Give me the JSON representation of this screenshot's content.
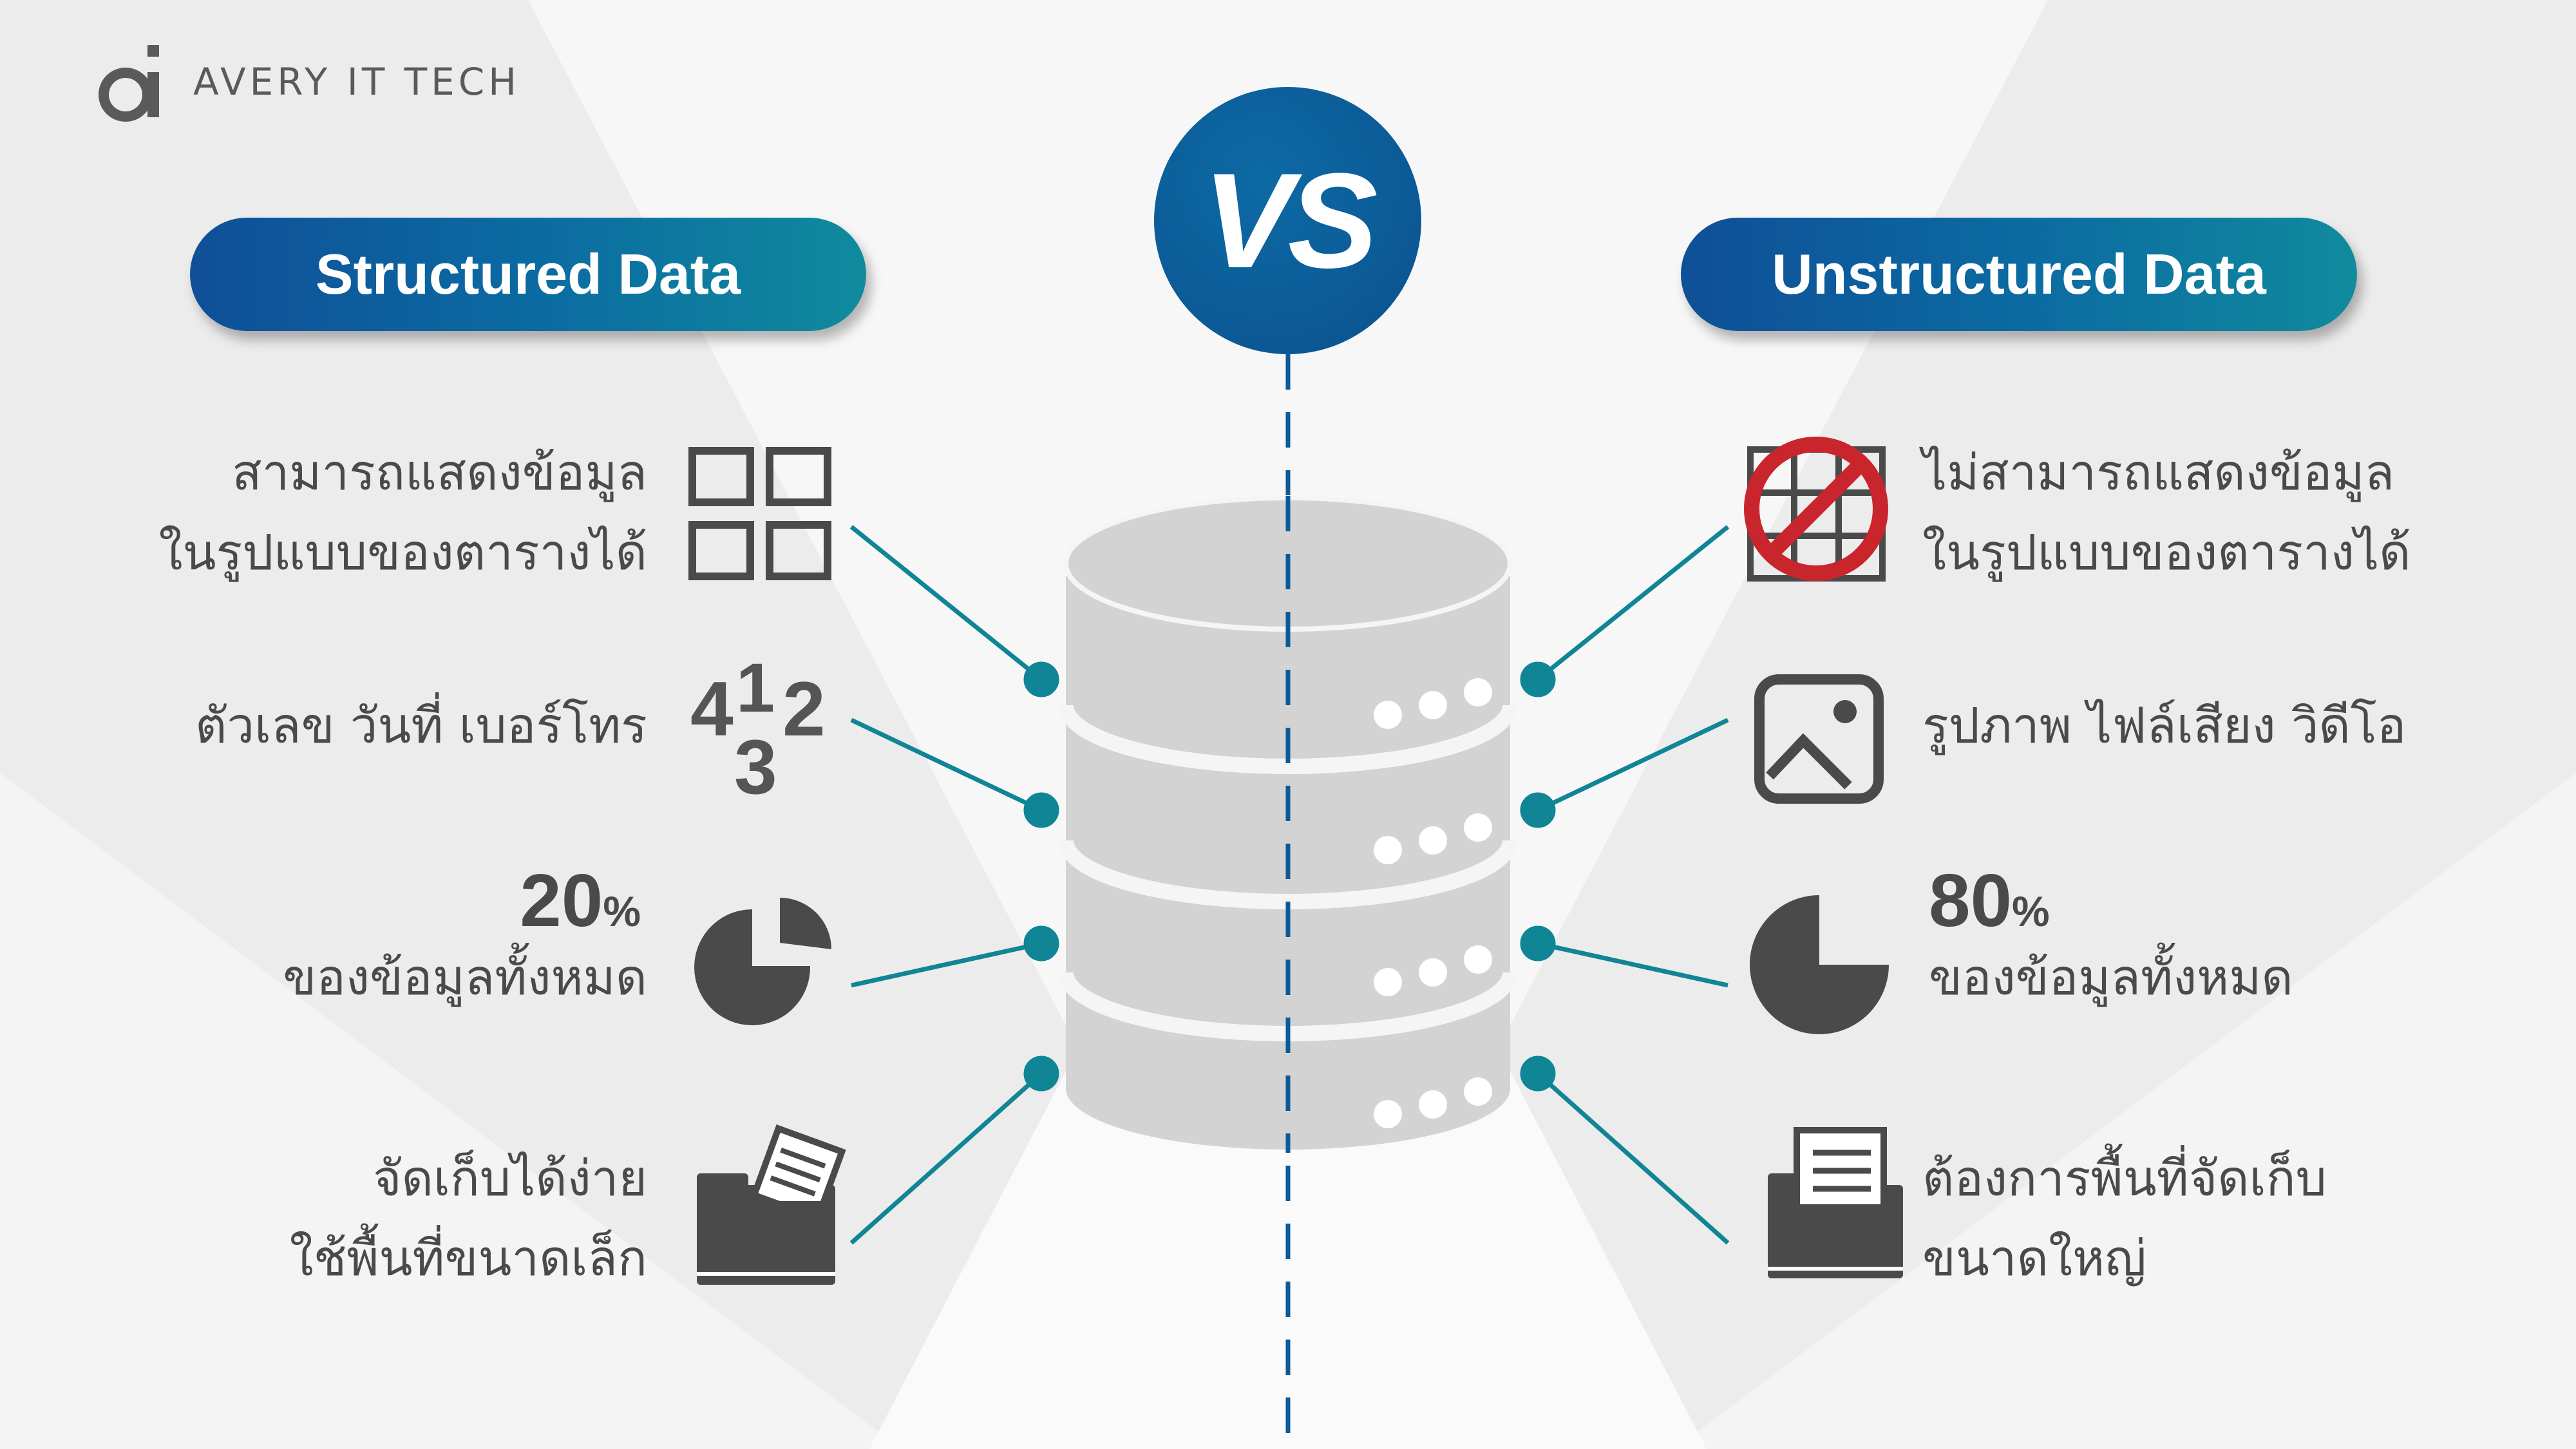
{
  "logo": {
    "name": "AVERY IT TECH"
  },
  "vs_label": "VS",
  "left": {
    "title": "Structured Data",
    "items": [
      {
        "line1": "สามารถแสดงข้อมูล",
        "line2": "ในรูปแบบของตารางได้",
        "icon": "table-grid-icon"
      },
      {
        "line1": "ตัวเลข วันที่ เบอร์โทร",
        "icon": "numbers-icon"
      },
      {
        "percent": "20",
        "percent_sign": "%",
        "line2": "ของข้อมูลทั้งหมด",
        "icon": "pie-chart-icon"
      },
      {
        "line1": "จัดเก็บได้ง่าย",
        "line2": "ใช้พื้นที่ขนาดเล็ก",
        "icon": "folder-document-icon"
      }
    ]
  },
  "right": {
    "title": "Unstructured Data",
    "items": [
      {
        "line1": "ไม่สามารถแสดงข้อมูล",
        "line2": "ในรูปแบบของตารางได้",
        "icon": "no-table-icon"
      },
      {
        "line1": "รูปภาพ ไฟล์เสียง วิดีโอ",
        "icon": "image-icon"
      },
      {
        "percent": "80",
        "percent_sign": "%",
        "line2": "ของข้อมูลทั้งหมด",
        "icon": "pie-chart-icon"
      },
      {
        "line1": "ต้องการพื้นที่จัดเก็บ",
        "line2": "ขนาดใหญ่",
        "icon": "folder-document-icon"
      }
    ]
  },
  "numbers_icon_digits": [
    "4",
    "1",
    "2",
    "3"
  ],
  "colors": {
    "brand_blue": "#0c5b98",
    "teal": "#0f8596",
    "icon_gray": "#4a4a4a",
    "db_gray": "#d3d3d3",
    "forbidden_red": "#c8262c"
  }
}
